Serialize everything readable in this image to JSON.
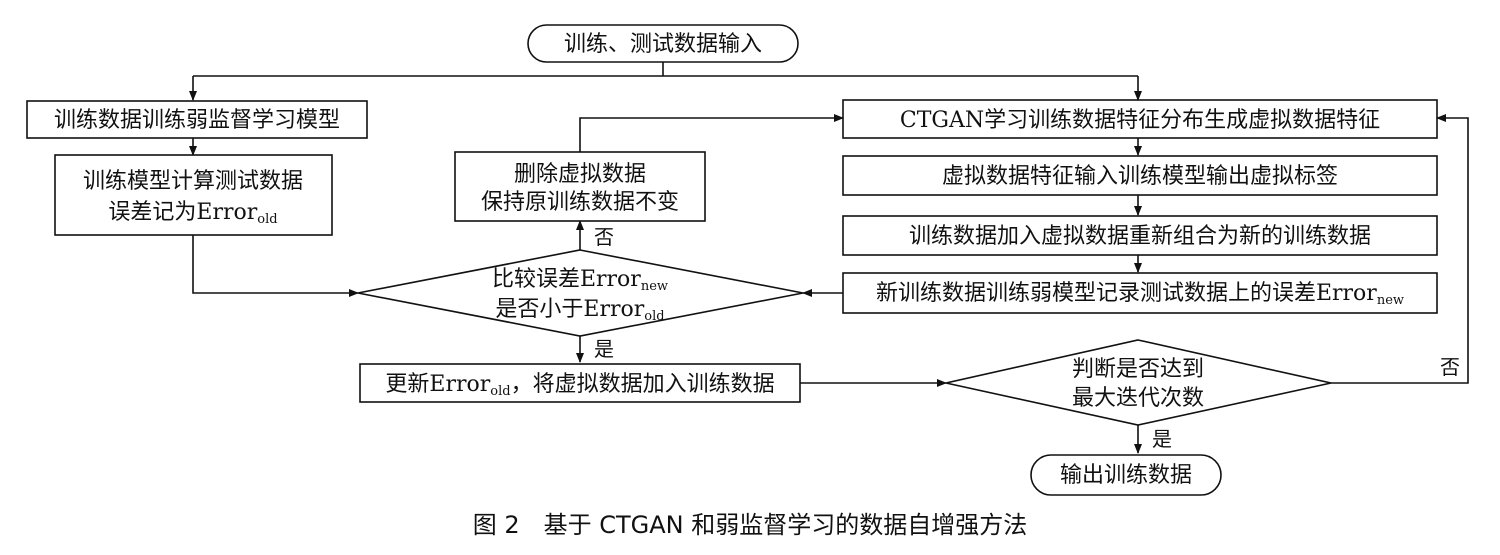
{
  "nodes": {
    "start": "训练、测试数据输入",
    "train_weak": "训练数据训练弱监督学习模型",
    "calc_test_l1": "训练模型计算测试数据",
    "calc_test_l2": "误差记为",
    "error_word": "Error",
    "old_sub": "old",
    "new_sub": "new",
    "delete_l1": "删除虚拟数据",
    "delete_l2": "保持原训练数据不变",
    "ctgan": "CTGAN学习训练数据特征分布生成虚拟数据特征",
    "virtual_labels": "虚拟数据特征输入训练模型输出虚拟标签",
    "recombine": "训练数据加入虚拟数据重新组合为新的训练数据",
    "new_train": "新训练数据训练弱模型记录测试数据上的误差",
    "compare_l1": "比较误差",
    "compare_l2": "是否小于",
    "update_pre": "更新",
    "update_post": "，将虚拟数据加入训练数据",
    "judge_l1": "判断是否达到",
    "judge_l2": "最大迭代次数",
    "end": "输出训练数据"
  },
  "labels": {
    "no_compare": "否",
    "yes_compare": "是",
    "no_judge": "否",
    "yes_judge": "是"
  },
  "caption": "图 2　基于 CTGAN 和弱监督学习的数据自增强方法"
}
